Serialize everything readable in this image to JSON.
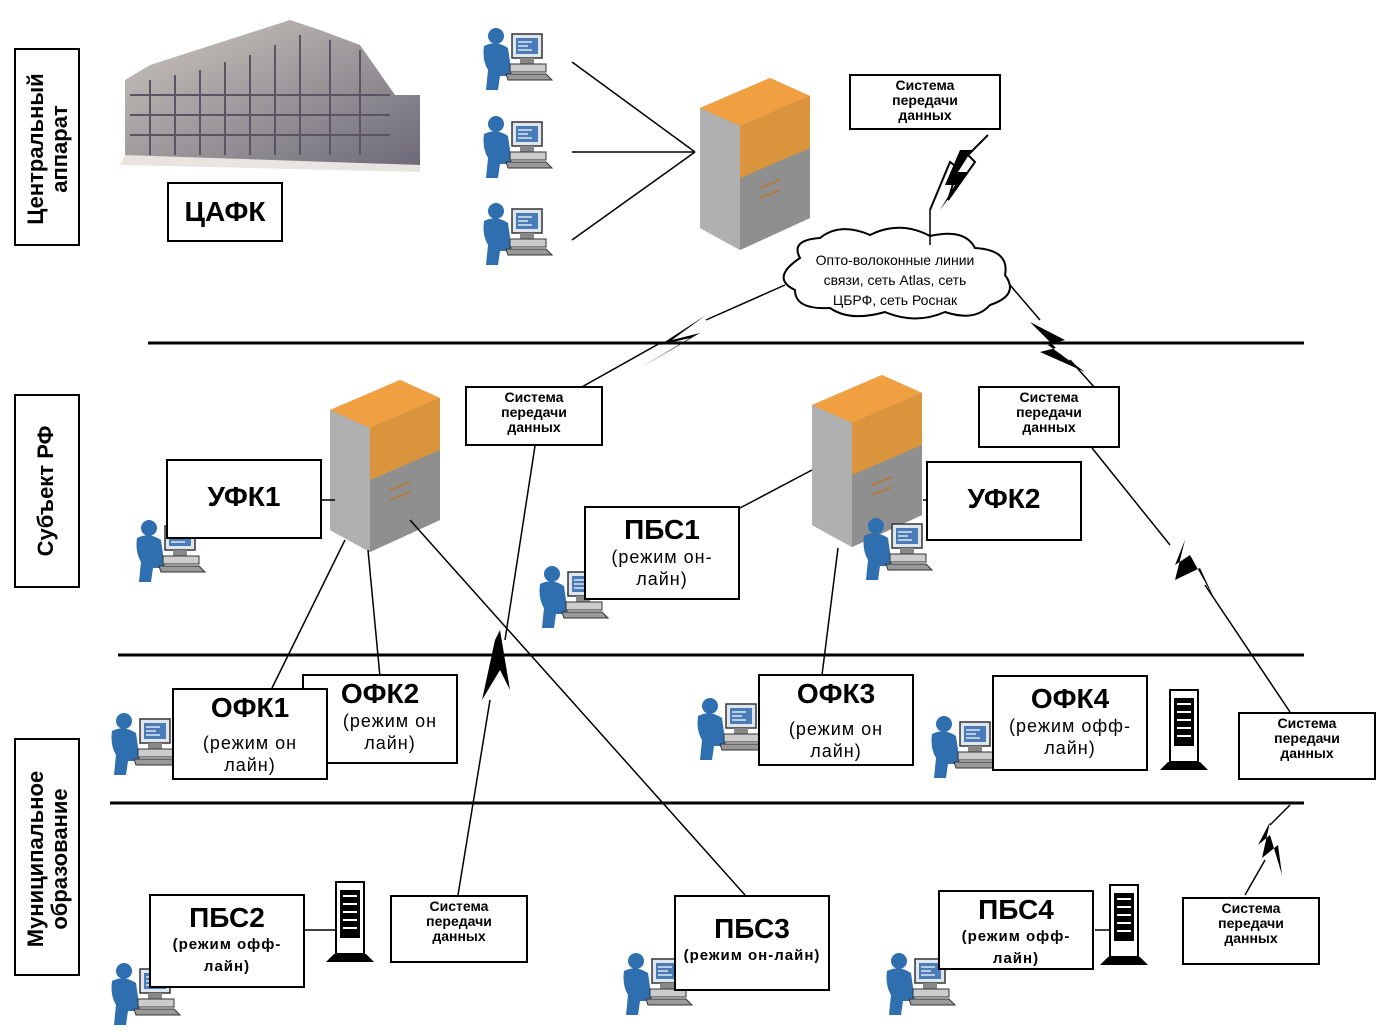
{
  "zones": {
    "central": [
      "Центральный",
      "аппарат"
    ],
    "subject": "Субъект РФ",
    "municipal": [
      "Муниципальное",
      "образование"
    ]
  },
  "nodes": {
    "cafk": "ЦАФК",
    "ufk1": "УФК1",
    "ufk2": "УФК2",
    "pbs1": {
      "title": "ПБС1",
      "sub1": "(режим он-",
      "sub2": "лайн)"
    },
    "ofk1": {
      "title": "ОФК1",
      "sub1": "(режим он",
      "sub2": "лайн)"
    },
    "ofk2": {
      "title": "ОФК2",
      "sub1": "(режим он",
      "sub2": "лайн)"
    },
    "ofk3": {
      "title": "ОФК3",
      "sub1": "(режим он",
      "sub2": "лайн)"
    },
    "ofk4": {
      "title": "ОФК4",
      "sub1": "(режим офф-",
      "sub2": "лайн)"
    },
    "pbs2": {
      "title": "ПБС2",
      "sub1": "(режим офф-",
      "sub2": "лайн)"
    },
    "pbs3": {
      "title": "ПБС3",
      "sub1": "(режим он-лайн)"
    },
    "pbs4": {
      "title": "ПБС4",
      "sub1": "(режим офф-",
      "sub2": "лайн)"
    }
  },
  "transfer": [
    "Система",
    "передачи",
    "данных"
  ],
  "cloud": [
    "Опто-волоконные линии",
    "связи, сеть Atlas, сеть",
    "ЦБРФ, сеть Роснак"
  ],
  "colors": {
    "server_top": "#f0a040",
    "server_body": "#9a9a9a",
    "person": "#2f6fb0",
    "line": "#000000"
  }
}
